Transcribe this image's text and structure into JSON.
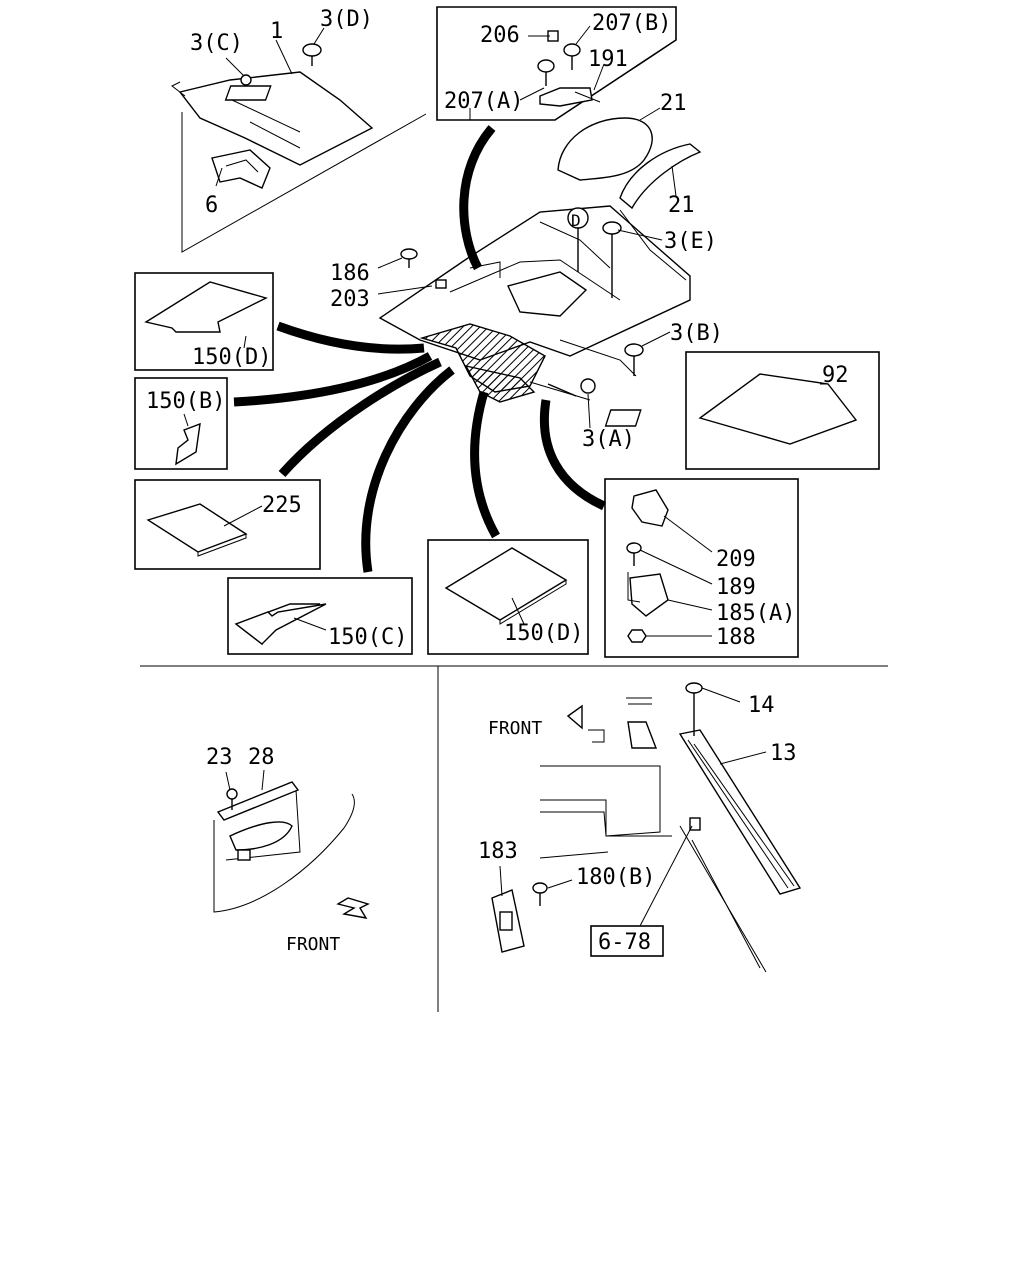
{
  "callouts": {
    "p1": "1",
    "p3c": "3(C)",
    "p3d": "3(D)",
    "p6": "6",
    "p206": "206",
    "p207b": "207(B)",
    "p191": "191",
    "p207a": "207(A)",
    "p21a": "21",
    "p21b": "21",
    "pd": "D",
    "p3e": "3(E)",
    "p186": "186",
    "p203": "203",
    "p150d1": "150(D)",
    "p3b": "3(B)",
    "p92": "92",
    "p150b": "150(B)",
    "p3a": "3(A)",
    "p225": "225",
    "p209": "209",
    "p189": "189",
    "p185a": "185(A)",
    "p188": "188",
    "p150c": "150(C)",
    "p150d2": "150(D)",
    "p23": "23",
    "p28": "28",
    "p14": "14",
    "p13": "13",
    "p183": "183",
    "p180b": "180(B)",
    "p678": "6-78"
  },
  "direction": {
    "front_left": "FRONT",
    "front_right": "FRONT"
  }
}
